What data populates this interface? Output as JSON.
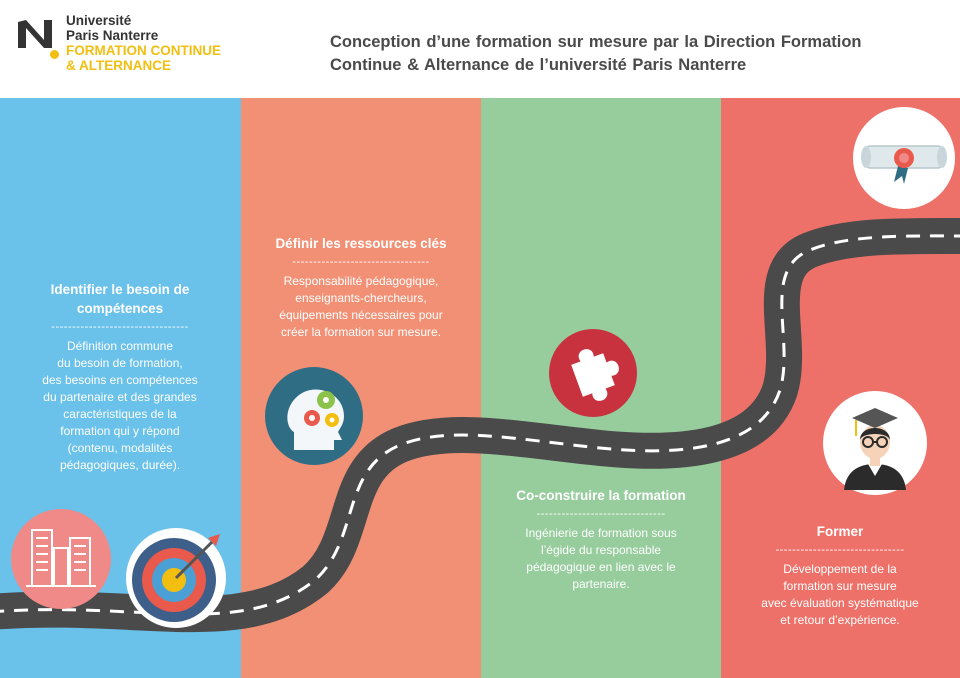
{
  "logo": {
    "line1": "Université",
    "line2": "Paris Nanterre",
    "line3": "FORMATION CONTINUE",
    "line4": "& ALTERNANCE"
  },
  "title": {
    "line1": "Conception d’une formation sur mesure par la Direction Formation",
    "line2": "Continue & Alternance de l’université Paris Nanterre"
  },
  "steps": [
    {
      "heading": [
        "Identifier le besoin de",
        "compétences"
      ],
      "separator": "---------------------------------",
      "body": [
        "Définition commune",
        "du besoin de formation,",
        "des besoins en compétences",
        "du partenaire et des grandes",
        "caractéristiques de la",
        "formation qui y répond",
        "(contenu, modalités",
        "pédagogiques, durée)."
      ]
    },
    {
      "heading": [
        "Définir les ressources clés"
      ],
      "separator": "---------------------------------",
      "body": [
        "Responsabilité pédagogique,",
        "enseignants-chercheurs,",
        "équipements nécessaires pour",
        "créer la formation sur mesure."
      ]
    },
    {
      "heading": [
        "Co-construire la formation"
      ],
      "separator": "-------------------------------",
      "body": [
        "Ingénierie de formation sous",
        "l’égide du responsable",
        "pédagogique en lien avec le",
        "partenaire."
      ]
    },
    {
      "heading": [
        "Former"
      ],
      "separator": "-------------------------------",
      "body": [
        "Développement de la",
        "formation sur mesure",
        "avec évaluation systématique",
        "et retour d’expérience."
      ]
    }
  ],
  "icons": [
    "buildings-icon",
    "target-icon",
    "brain-gears-icon",
    "puzzle-icon",
    "graduate-icon",
    "diploma-icon"
  ],
  "colors": {
    "col1": "#6ac1ea",
    "col2": "#f19075",
    "col3": "#97cc9d",
    "col4": "#ee7169",
    "road": "#4a4a4a",
    "accent": "#f2bf10"
  }
}
